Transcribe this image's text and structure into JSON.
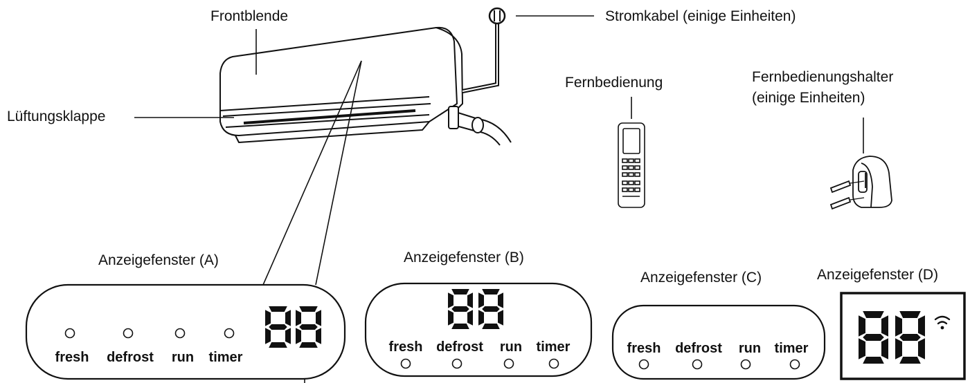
{
  "labels": {
    "front_panel": "Frontblende",
    "power_cable": "Stromkabel (einige Einheiten)",
    "louver": "Lüftungsklappe",
    "remote": "Fernbedienung",
    "remote_holder_line1": "Fernbedienungshalter",
    "remote_holder_line2": "(einige Einheiten)"
  },
  "displays": {
    "a": {
      "title": "Anzeigefenster (A)",
      "digits": "88",
      "indicators": [
        "fresh",
        "defrost",
        "run",
        "timer"
      ]
    },
    "b": {
      "title": "Anzeigefenster (B)",
      "digits": "88",
      "indicators": [
        "fresh",
        "defrost",
        "run",
        "timer"
      ]
    },
    "c": {
      "title": "Anzeigefenster (C)",
      "indicators": [
        "fresh",
        "defrost",
        "run",
        "timer"
      ]
    },
    "d": {
      "title": "Anzeigefenster (D)",
      "digits": "88"
    }
  }
}
